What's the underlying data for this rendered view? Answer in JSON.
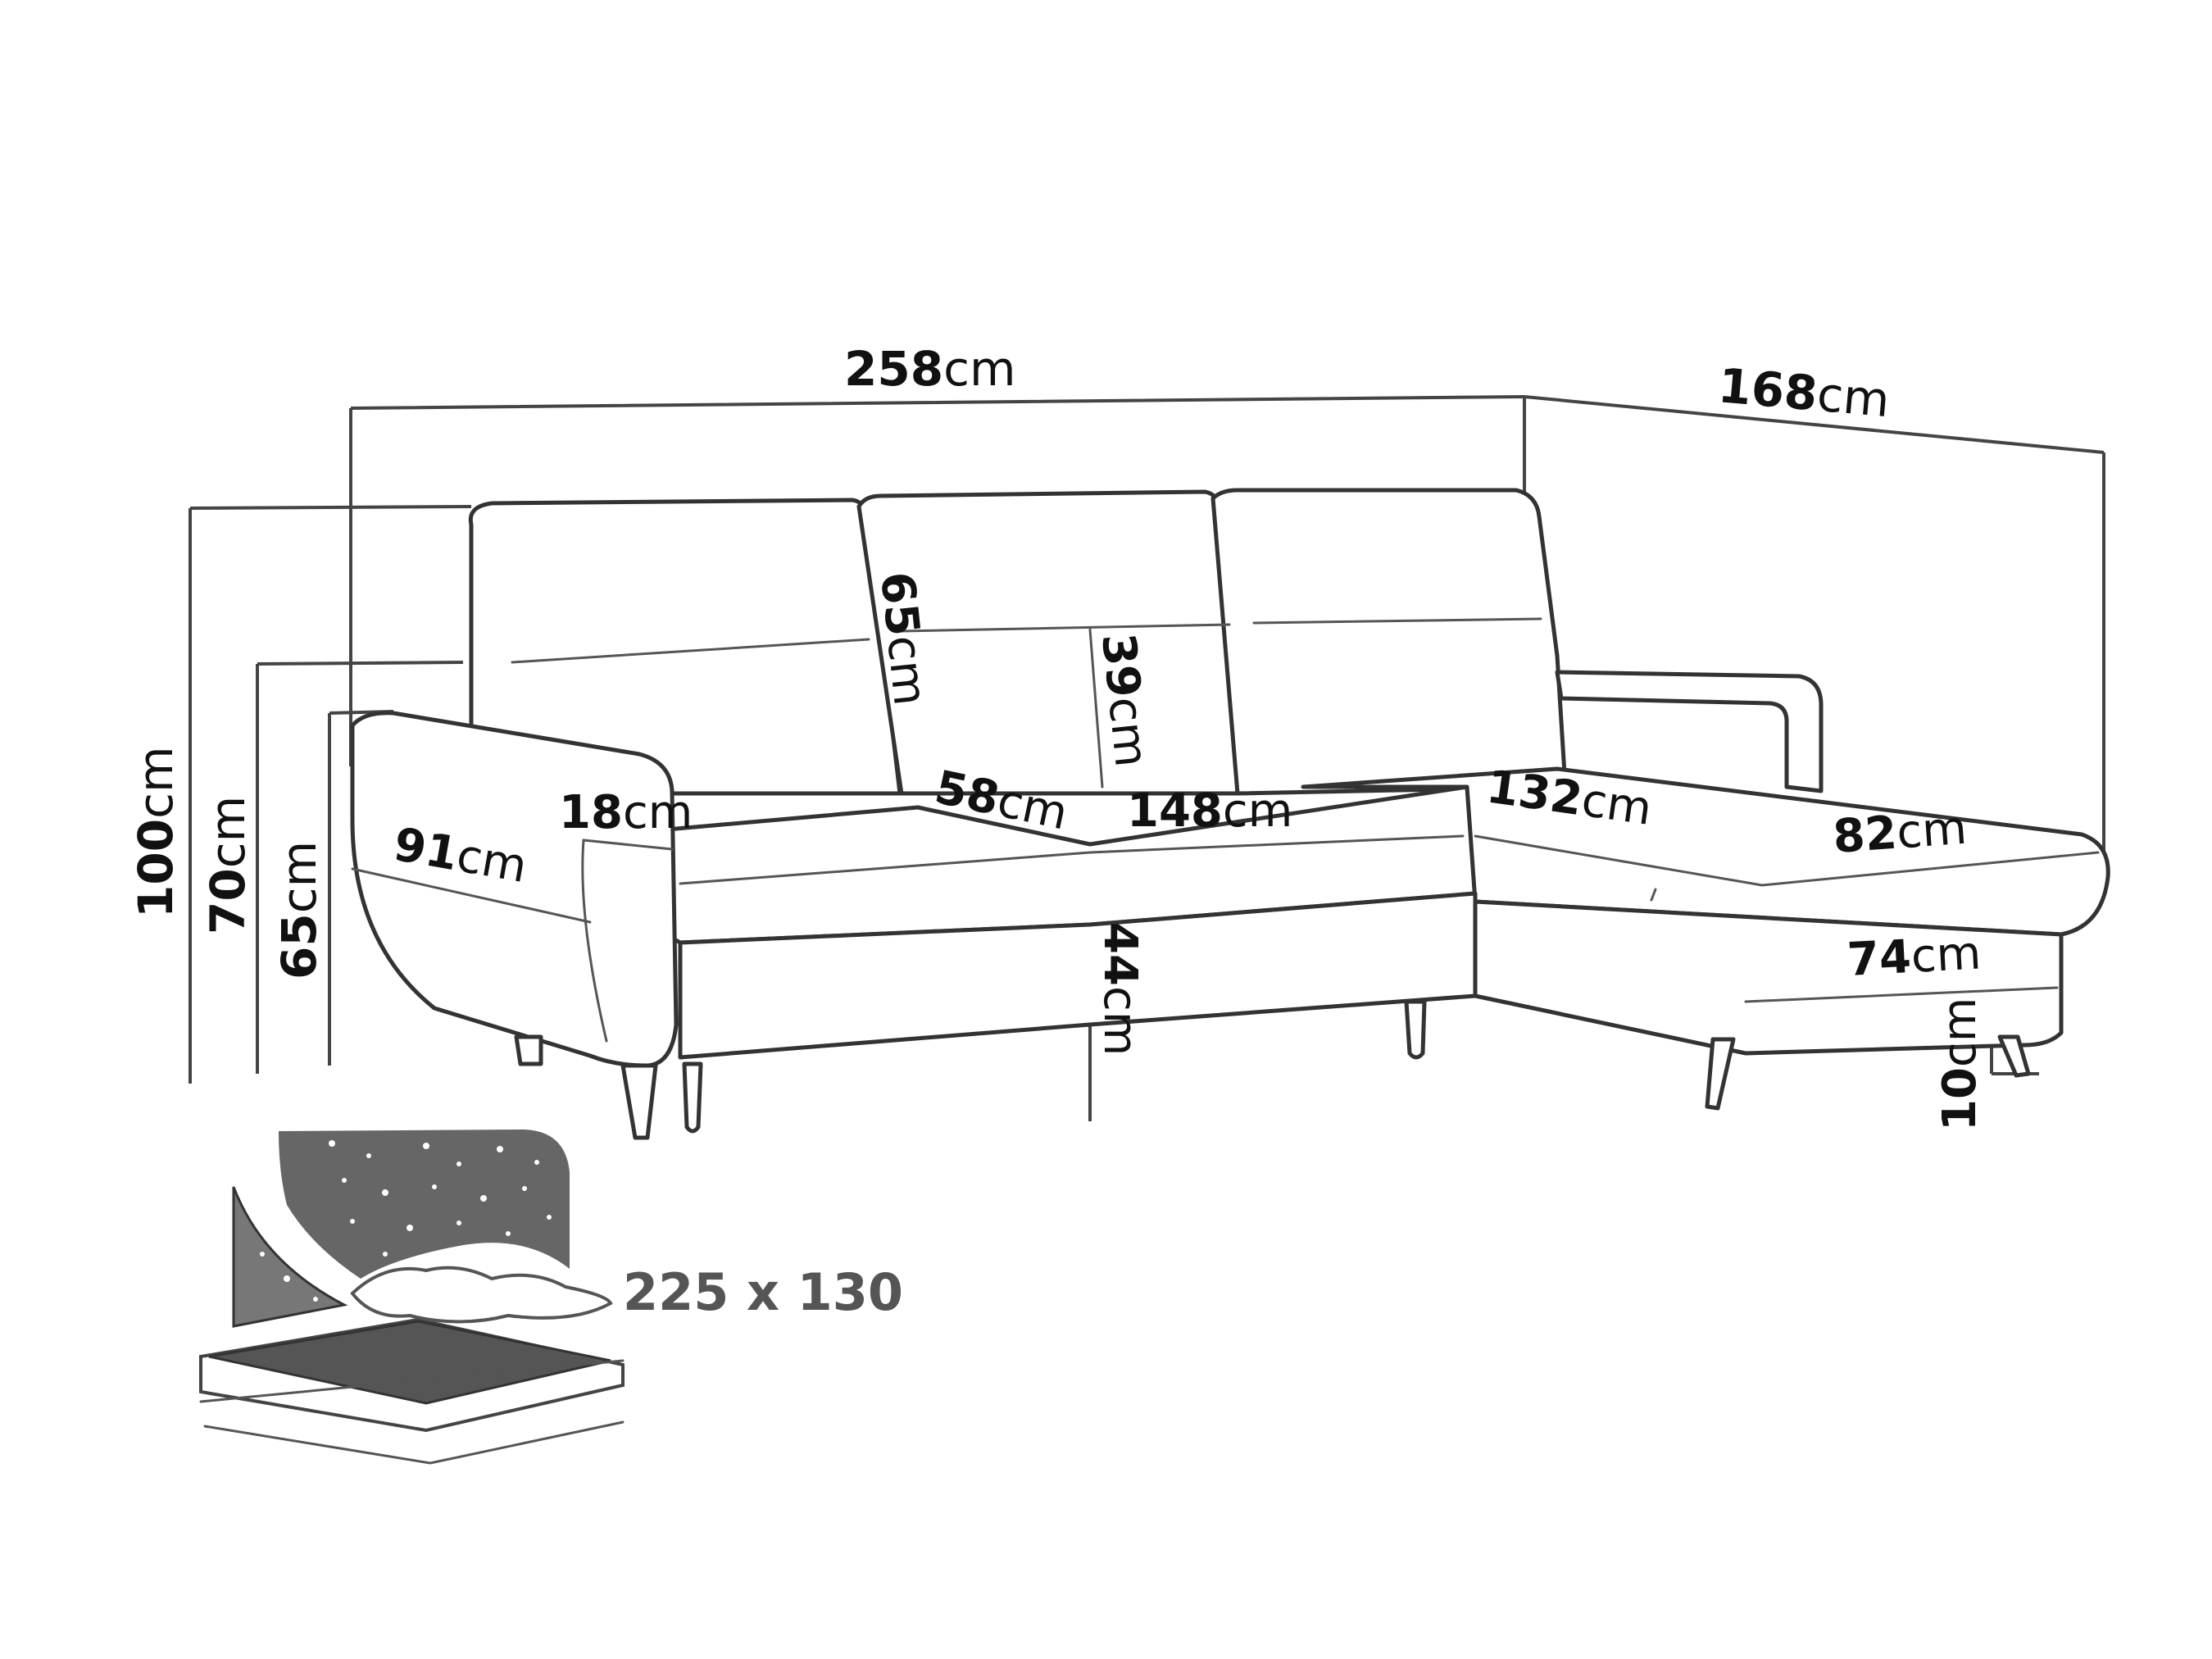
{
  "dimensions": {
    "total_width": {
      "value": "258",
      "unit": "cm"
    },
    "chaise_length": {
      "value": "168",
      "unit": "cm"
    },
    "total_height": {
      "value": "100",
      "unit": "cm"
    },
    "back_height": {
      "value": "70",
      "unit": "cm"
    },
    "armrest_height": {
      "value": "65",
      "unit": "cm"
    },
    "backrest_height": {
      "value": "65",
      "unit": "cm"
    },
    "headrest_height": {
      "value": "39",
      "unit": "cm"
    },
    "seat_depth": {
      "value": "58",
      "unit": "cm"
    },
    "seat_width": {
      "value": "148",
      "unit": "cm"
    },
    "chaise_seat_length": {
      "value": "132",
      "unit": "cm"
    },
    "chaise_width": {
      "value": "82",
      "unit": "cm"
    },
    "chaise_base_width": {
      "value": "74",
      "unit": "cm"
    },
    "armrest_width": {
      "value": "18",
      "unit": "cm"
    },
    "total_depth": {
      "value": "91",
      "unit": "cm"
    },
    "seat_height": {
      "value": "44",
      "unit": "cm"
    },
    "leg_height": {
      "value": "10",
      "unit": "cm"
    }
  },
  "bed": {
    "label": "225 x 130",
    "icon": "bed-with-starry-sky-icon"
  },
  "colors": {
    "line": "#333333",
    "bed_panel": "#666666"
  }
}
